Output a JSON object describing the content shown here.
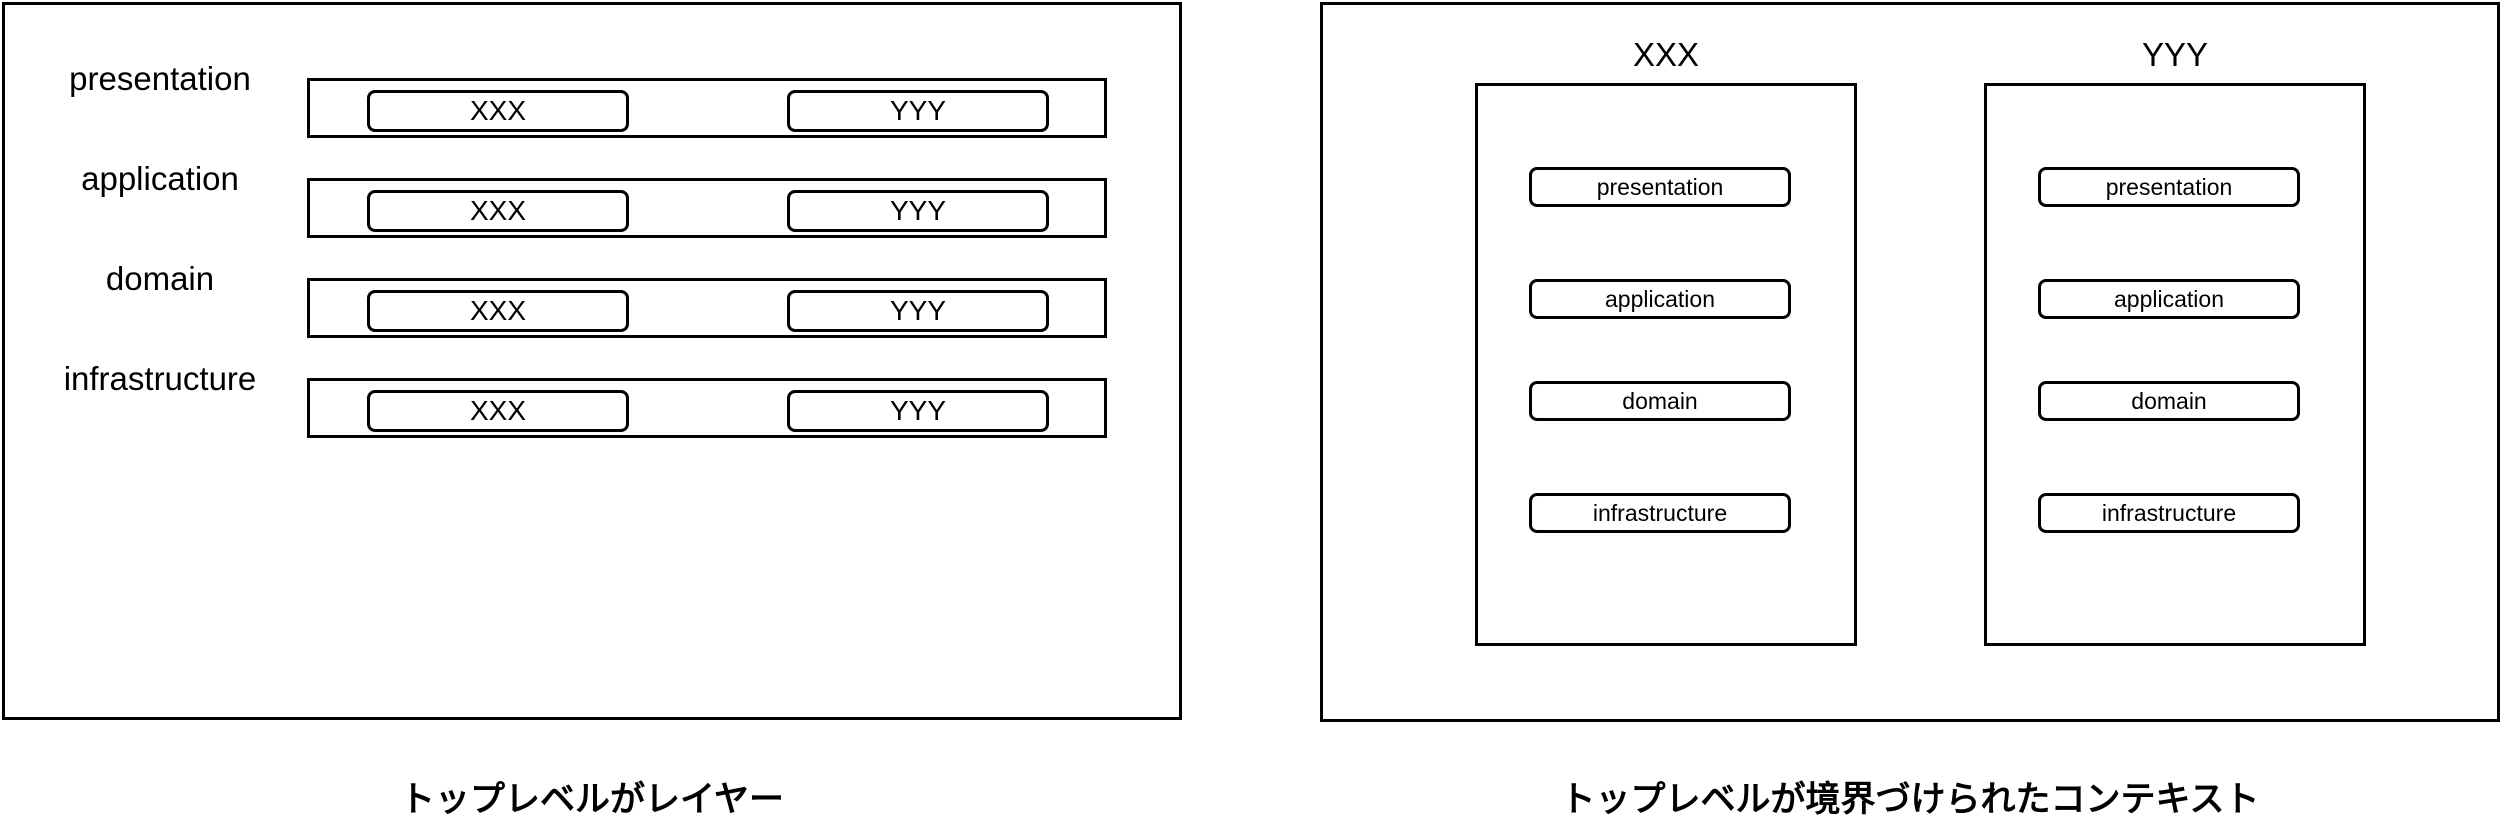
{
  "diagram": {
    "background_color": "#ffffff",
    "stroke_color": "#000000"
  },
  "left": {
    "caption": "トップレベルがレイヤー",
    "layers": [
      {
        "label": "presentation",
        "contexts": [
          "XXX",
          "YYY"
        ]
      },
      {
        "label": "application",
        "contexts": [
          "XXX",
          "YYY"
        ]
      },
      {
        "label": "domain",
        "contexts": [
          "XXX",
          "YYY"
        ]
      },
      {
        "label": "infrastructure",
        "contexts": [
          "XXX",
          "YYY"
        ]
      }
    ]
  },
  "right": {
    "caption": "トップレベルが境界づけられたコンテキスト",
    "contexts": [
      {
        "title": "XXX",
        "layers": [
          "presentation",
          "application",
          "domain",
          "infrastructure"
        ]
      },
      {
        "title": "YYY",
        "layers": [
          "presentation",
          "application",
          "domain",
          "infrastructure"
        ]
      }
    ]
  }
}
